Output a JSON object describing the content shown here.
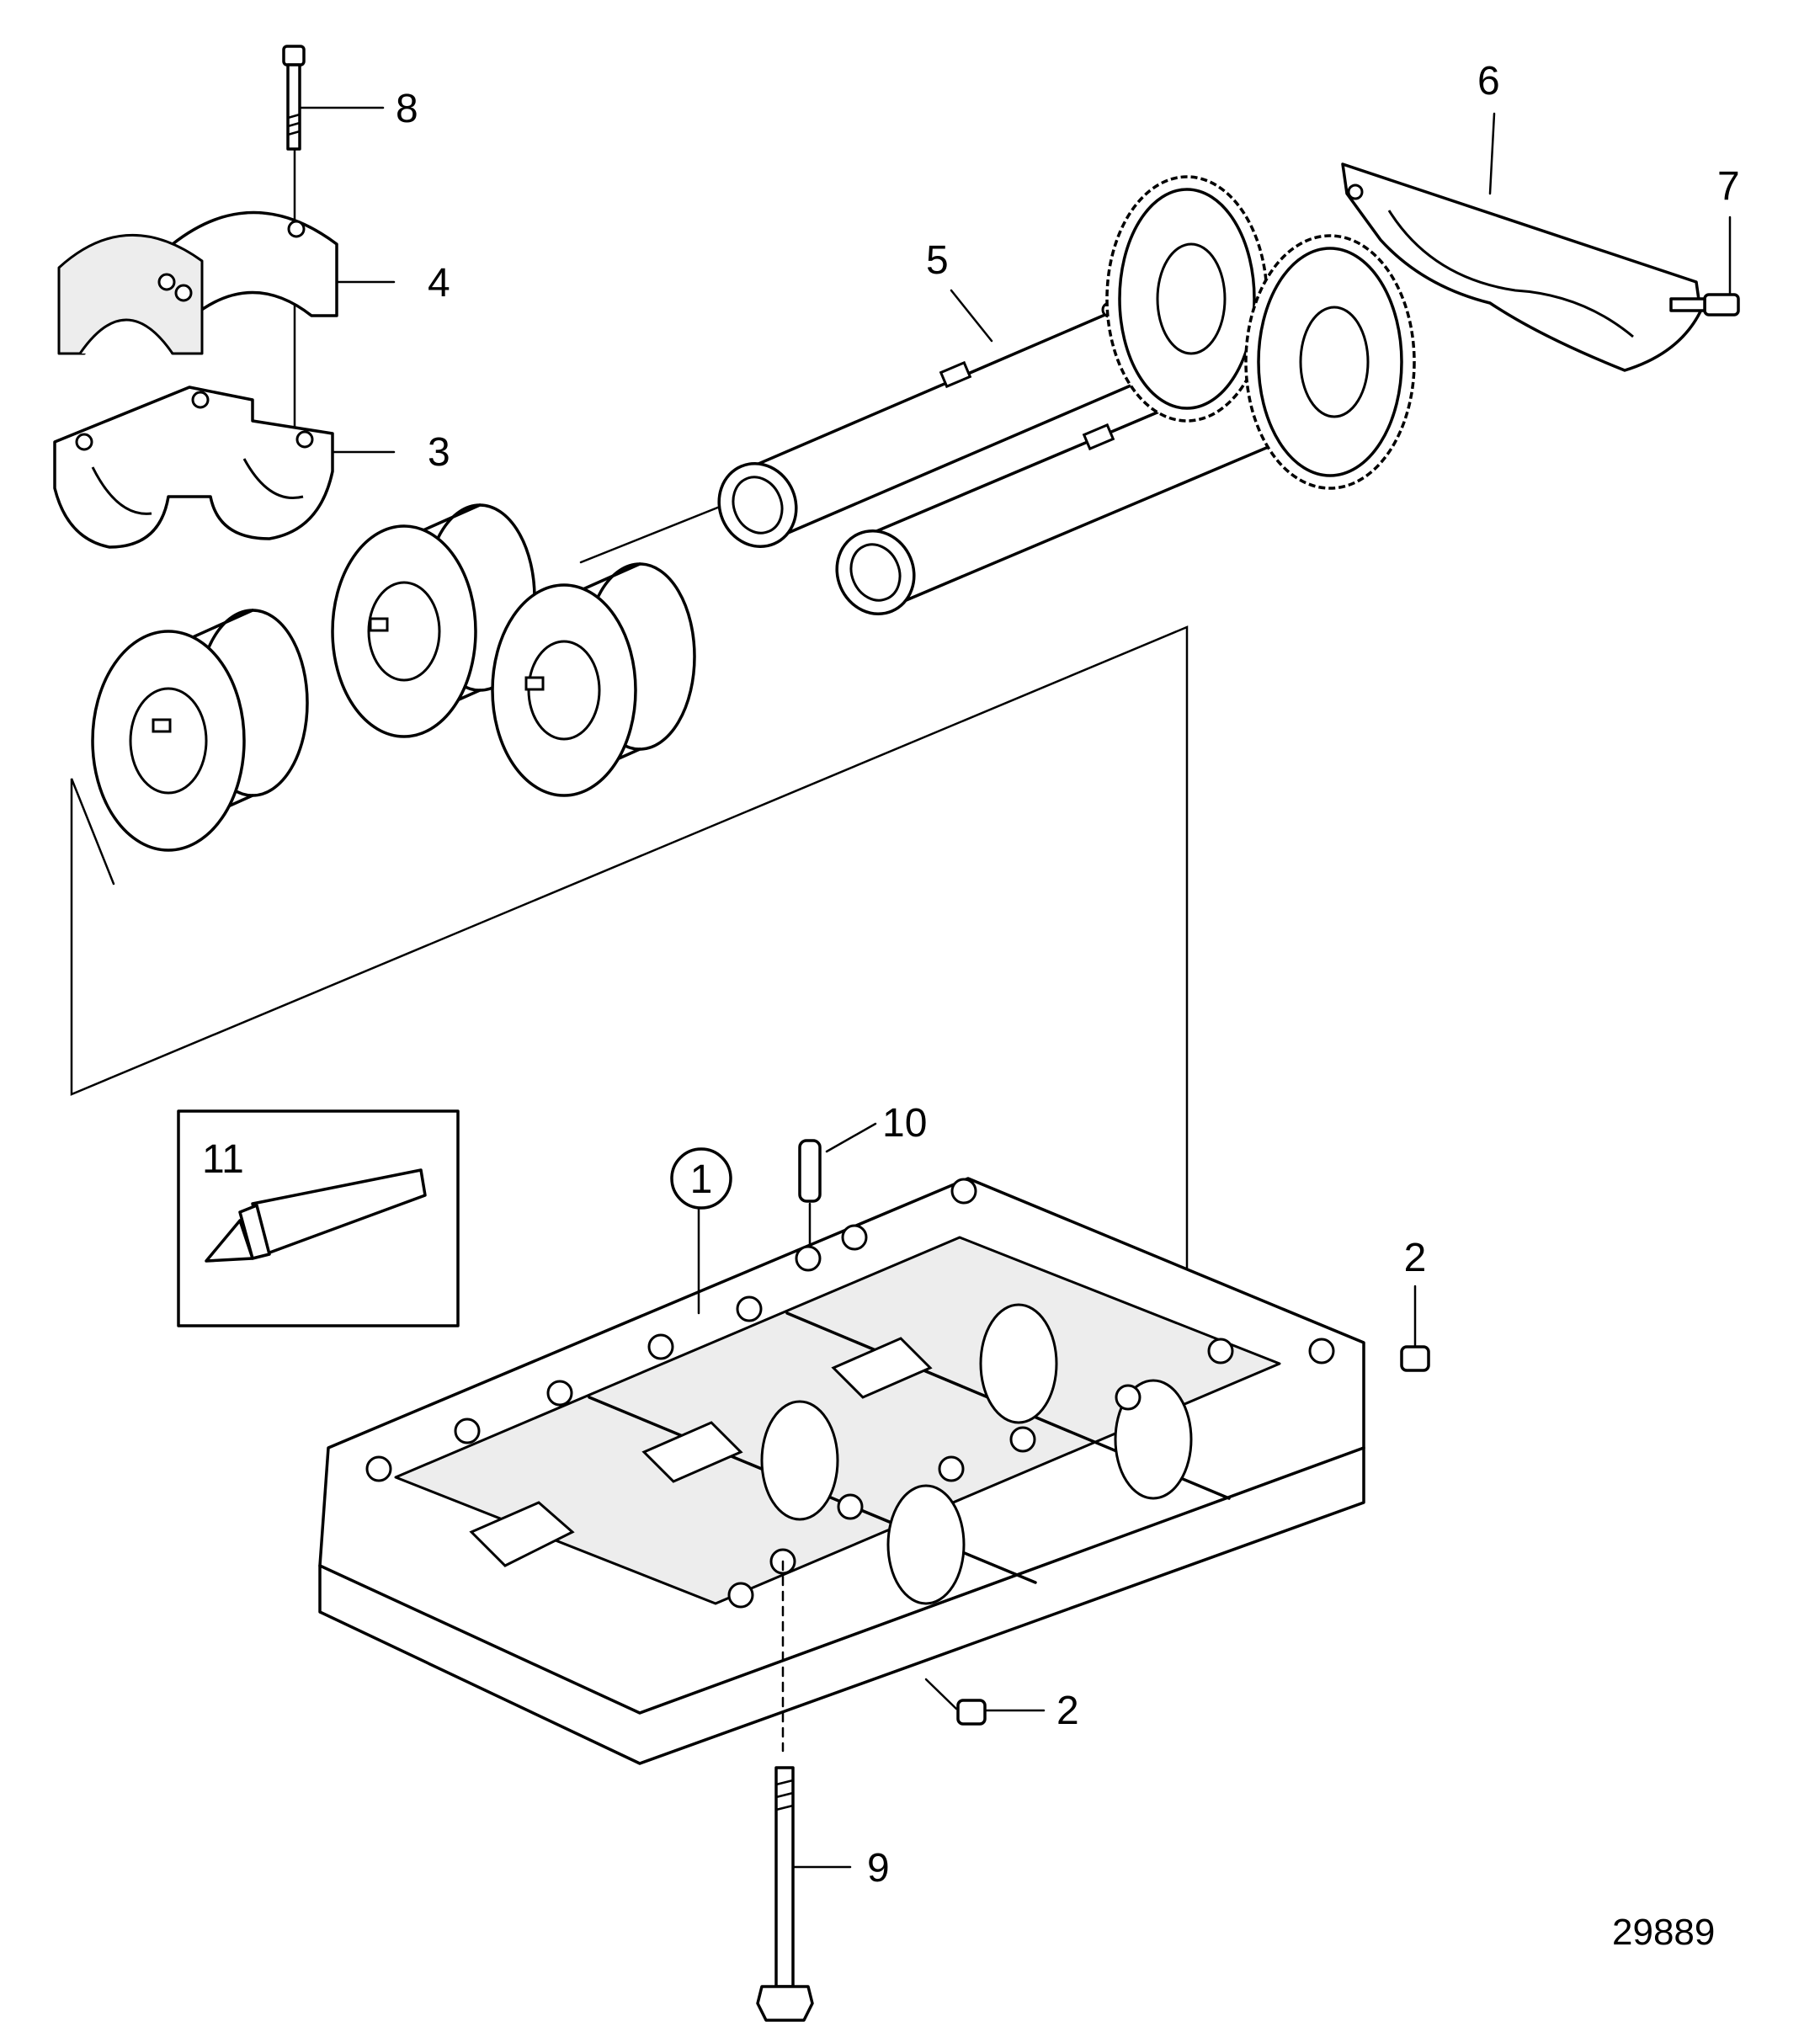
{
  "diagram": {
    "callouts": [
      "1",
      "2",
      "2",
      "3",
      "4",
      "5",
      "6",
      "7",
      "8",
      "9",
      "10",
      "11"
    ],
    "reference_number": "29889"
  }
}
